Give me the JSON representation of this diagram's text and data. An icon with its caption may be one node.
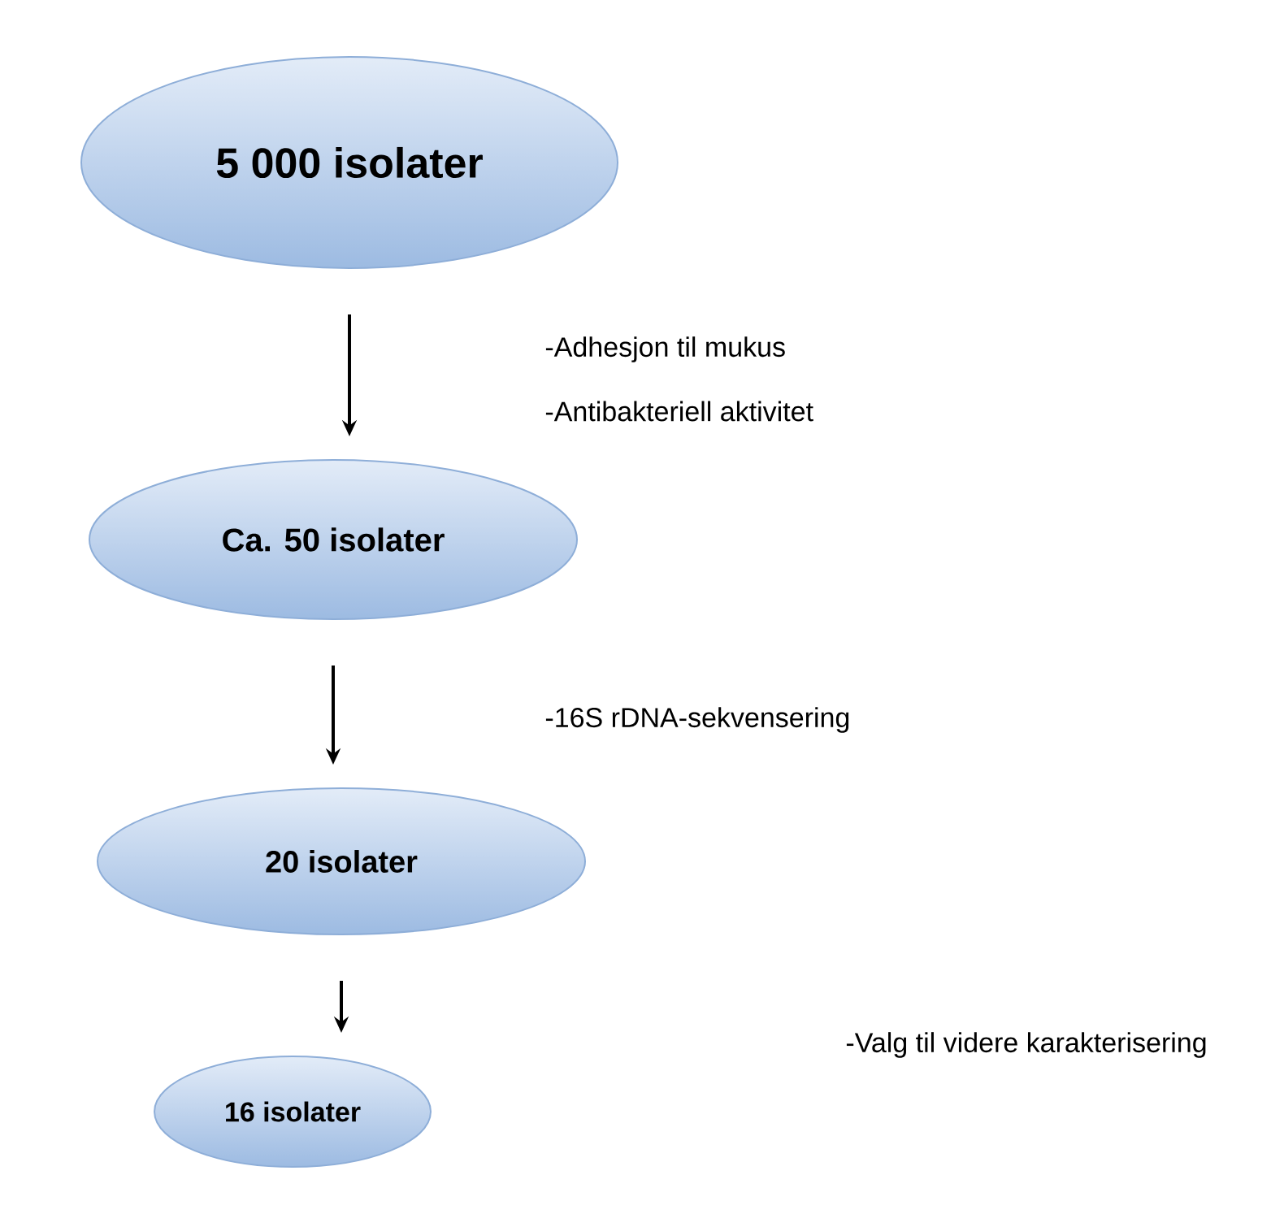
{
  "diagram": {
    "nodes": [
      {
        "text": [
          "5 000 isolater"
        ]
      },
      {
        "text": [
          "Ca. 50 isolater"
        ]
      },
      {
        "text": [
          "20 isolater"
        ]
      },
      {
        "text": [
          "16 isolater"
        ]
      }
    ],
    "edges": [
      {
        "from": 0,
        "to": 1,
        "arrow": "to"
      },
      {
        "from": 1,
        "to": 2,
        "arrow": "to"
      },
      {
        "from": 2,
        "to": 3,
        "arrow": "to"
      }
    ],
    "labels": [
      "-Adhesjon til mukus",
      "-Antibakteriell aktivitet",
      "-16S rDNA-sekvensering",
      "-Valg til videre karakterisering"
    ]
  }
}
